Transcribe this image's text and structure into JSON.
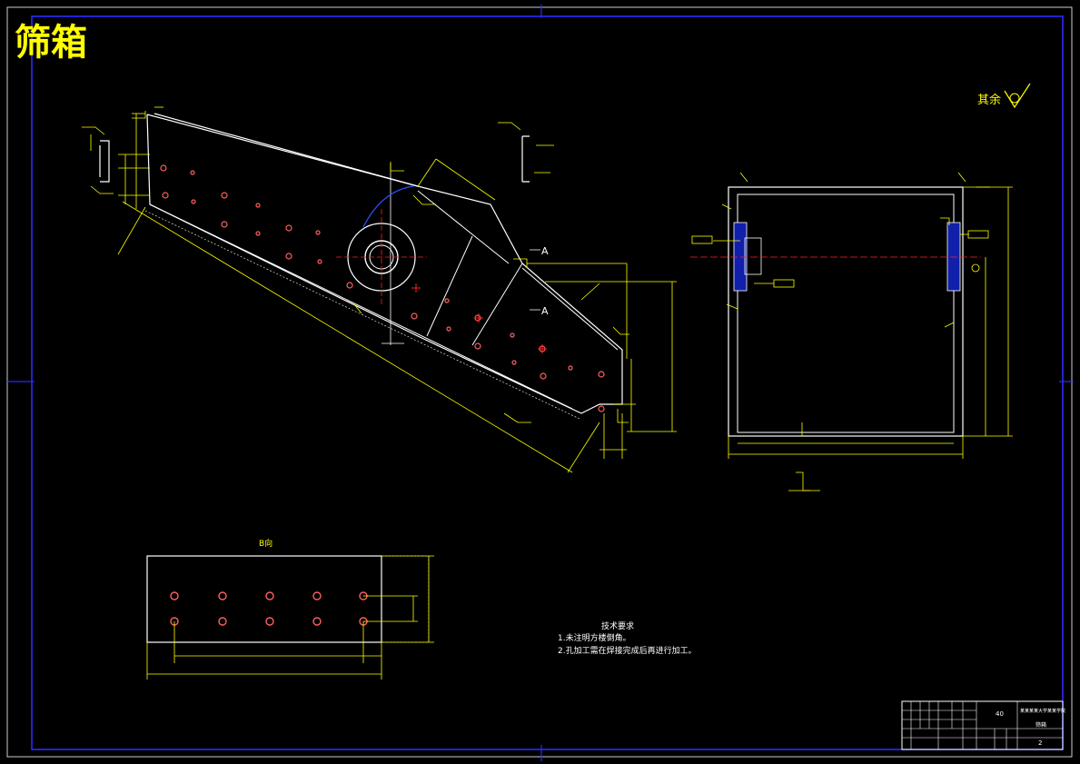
{
  "title": "筛箱",
  "roughness_note": "其余",
  "section_label_a_top": "A",
  "section_label_a_bottom": "A",
  "detail_label": "B向",
  "tech_requirements": {
    "heading": "技术要求",
    "items": [
      "1.未注明方楼倒角。",
      "2.孔加工需在焊接完成后再进行加工。"
    ]
  },
  "title_block": {
    "scale": "40",
    "school": "某某某某大学某某学院",
    "drawing_name": "筛箱",
    "sheet_no": "2"
  },
  "colors": {
    "background": "#000000",
    "frame": "#2a2aff",
    "outline": "#ffffff",
    "dimension": "#ffff00",
    "center": "#ff2020",
    "hole": "#ff6060"
  }
}
